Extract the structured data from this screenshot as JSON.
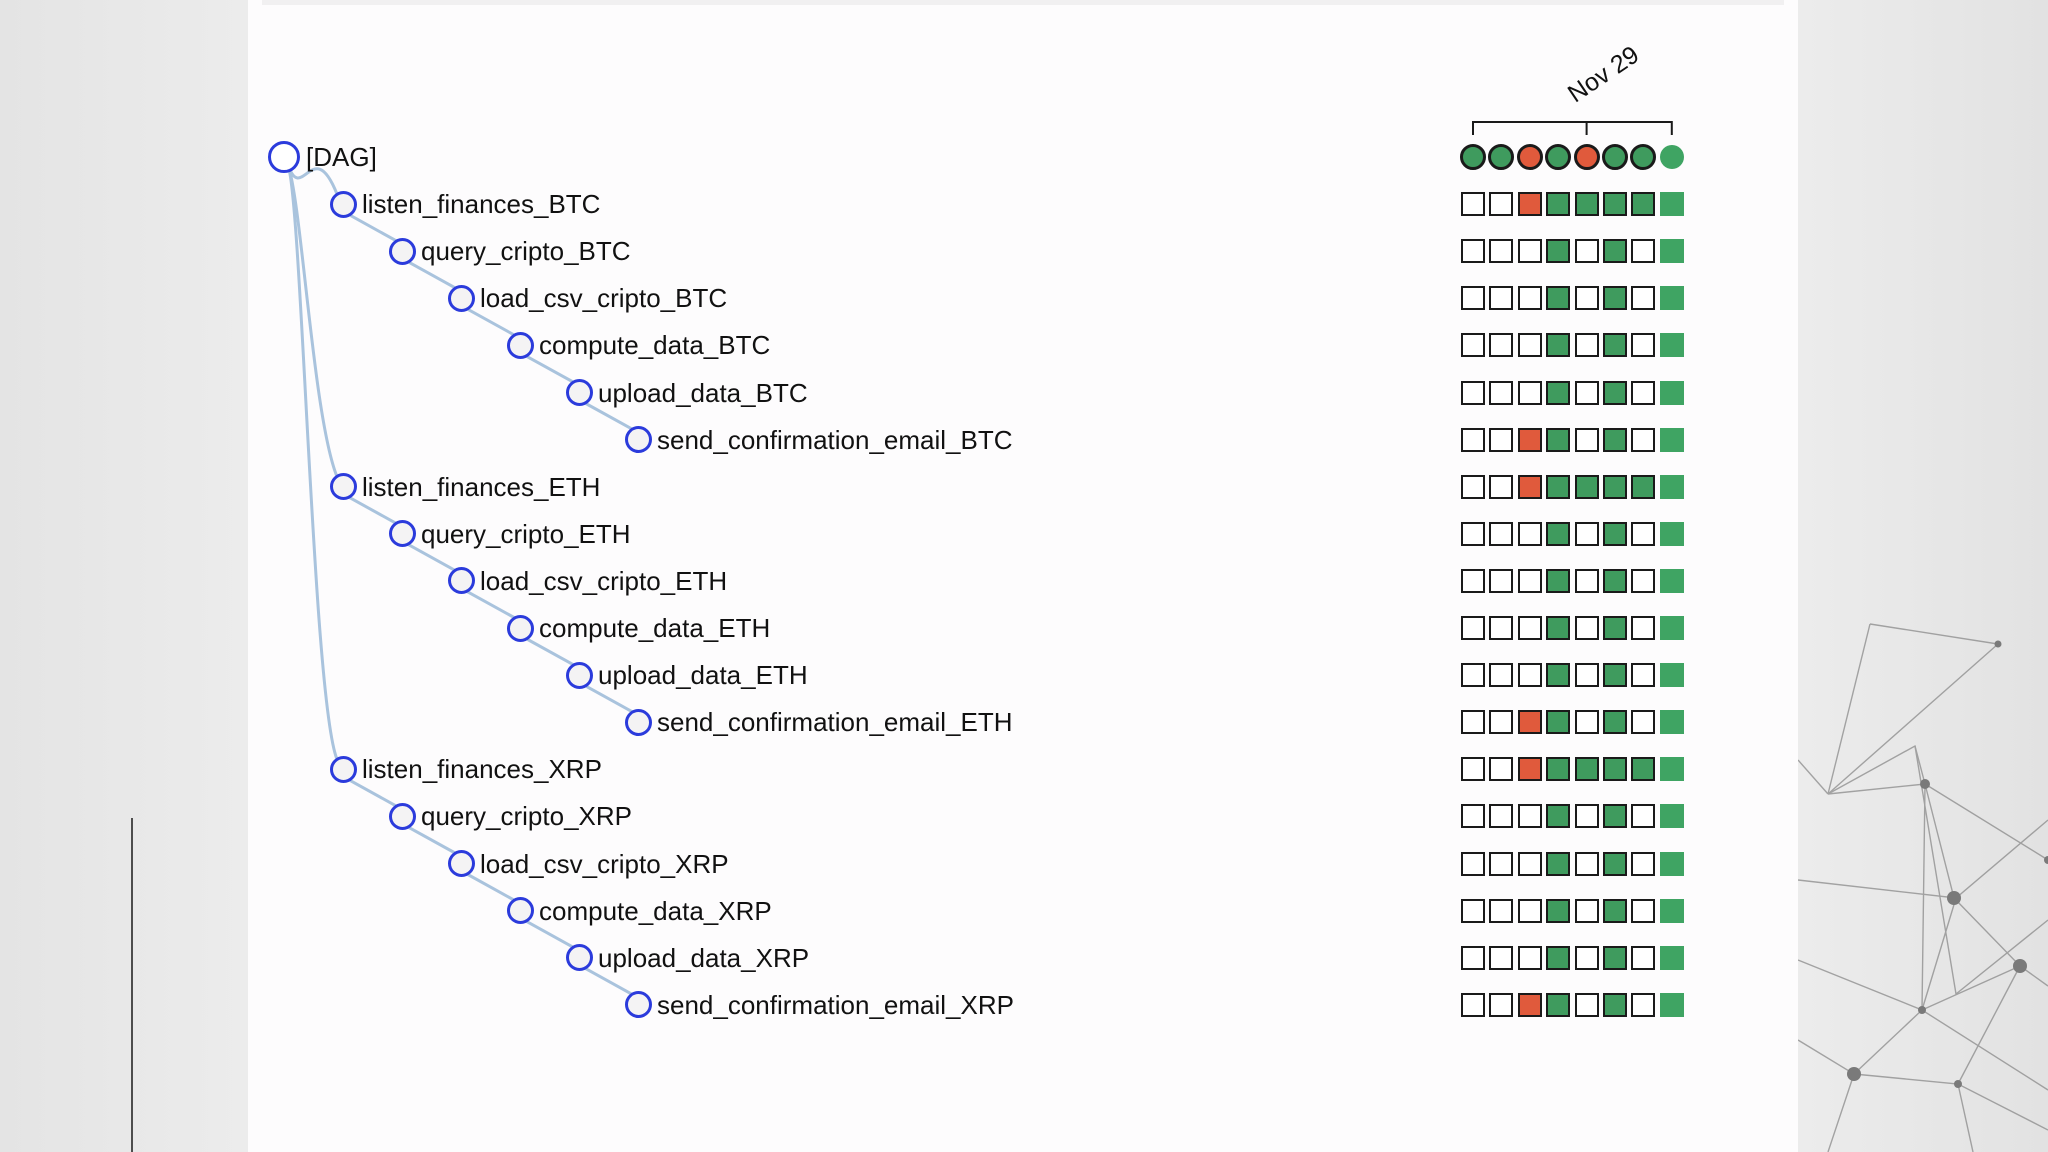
{
  "date_header": "Nov 29",
  "colors": {
    "success": "#3f9b5e",
    "failed": "#e05a3c",
    "running_light": "#3fa463",
    "node_border": "#2b3bdc",
    "edge": "#a9c3dd"
  },
  "dag": {
    "label": "[DAG]",
    "runs": [
      "success",
      "success",
      "failed",
      "success",
      "failed",
      "success",
      "success",
      "current"
    ]
  },
  "tasks": [
    {
      "label": "listen_finances_BTC",
      "depth": 1,
      "states": [
        "none",
        "none",
        "failed",
        "success",
        "success",
        "success",
        "success",
        "current"
      ]
    },
    {
      "label": "query_cripto_BTC",
      "depth": 2,
      "states": [
        "none",
        "none",
        "none",
        "success",
        "none",
        "success",
        "none",
        "current"
      ]
    },
    {
      "label": "load_csv_cripto_BTC",
      "depth": 3,
      "states": [
        "none",
        "none",
        "none",
        "success",
        "none",
        "success",
        "none",
        "current"
      ]
    },
    {
      "label": "compute_data_BTC",
      "depth": 4,
      "states": [
        "none",
        "none",
        "none",
        "success",
        "none",
        "success",
        "none",
        "current"
      ]
    },
    {
      "label": "upload_data_BTC",
      "depth": 5,
      "states": [
        "none",
        "none",
        "none",
        "success",
        "none",
        "success",
        "none",
        "current"
      ]
    },
    {
      "label": "send_confirmation_email_BTC",
      "depth": 6,
      "states": [
        "none",
        "none",
        "failed",
        "success",
        "none",
        "success",
        "none",
        "current"
      ]
    },
    {
      "label": "listen_finances_ETH",
      "depth": 1,
      "states": [
        "none",
        "none",
        "failed",
        "success",
        "success",
        "success",
        "success",
        "current"
      ]
    },
    {
      "label": "query_cripto_ETH",
      "depth": 2,
      "states": [
        "none",
        "none",
        "none",
        "success",
        "none",
        "success",
        "none",
        "current"
      ]
    },
    {
      "label": "load_csv_cripto_ETH",
      "depth": 3,
      "states": [
        "none",
        "none",
        "none",
        "success",
        "none",
        "success",
        "none",
        "current"
      ]
    },
    {
      "label": "compute_data_ETH",
      "depth": 4,
      "states": [
        "none",
        "none",
        "none",
        "success",
        "none",
        "success",
        "none",
        "current"
      ]
    },
    {
      "label": "upload_data_ETH",
      "depth": 5,
      "states": [
        "none",
        "none",
        "none",
        "success",
        "none",
        "success",
        "none",
        "current"
      ]
    },
    {
      "label": "send_confirmation_email_ETH",
      "depth": 6,
      "states": [
        "none",
        "none",
        "failed",
        "success",
        "none",
        "success",
        "none",
        "current"
      ]
    },
    {
      "label": "listen_finances_XRP",
      "depth": 1,
      "states": [
        "none",
        "none",
        "failed",
        "success",
        "success",
        "success",
        "success",
        "current"
      ]
    },
    {
      "label": "query_cripto_XRP",
      "depth": 2,
      "states": [
        "none",
        "none",
        "none",
        "success",
        "none",
        "success",
        "none",
        "current"
      ]
    },
    {
      "label": "load_csv_cripto_XRP",
      "depth": 3,
      "states": [
        "none",
        "none",
        "none",
        "success",
        "none",
        "success",
        "none",
        "current"
      ]
    },
    {
      "label": "compute_data_XRP",
      "depth": 4,
      "states": [
        "none",
        "none",
        "none",
        "success",
        "none",
        "success",
        "none",
        "current"
      ]
    },
    {
      "label": "upload_data_XRP",
      "depth": 5,
      "states": [
        "none",
        "none",
        "none",
        "success",
        "none",
        "success",
        "none",
        "current"
      ]
    },
    {
      "label": "send_confirmation_email_XRP",
      "depth": 6,
      "states": [
        "none",
        "none",
        "failed",
        "success",
        "none",
        "success",
        "none",
        "current"
      ]
    }
  ]
}
